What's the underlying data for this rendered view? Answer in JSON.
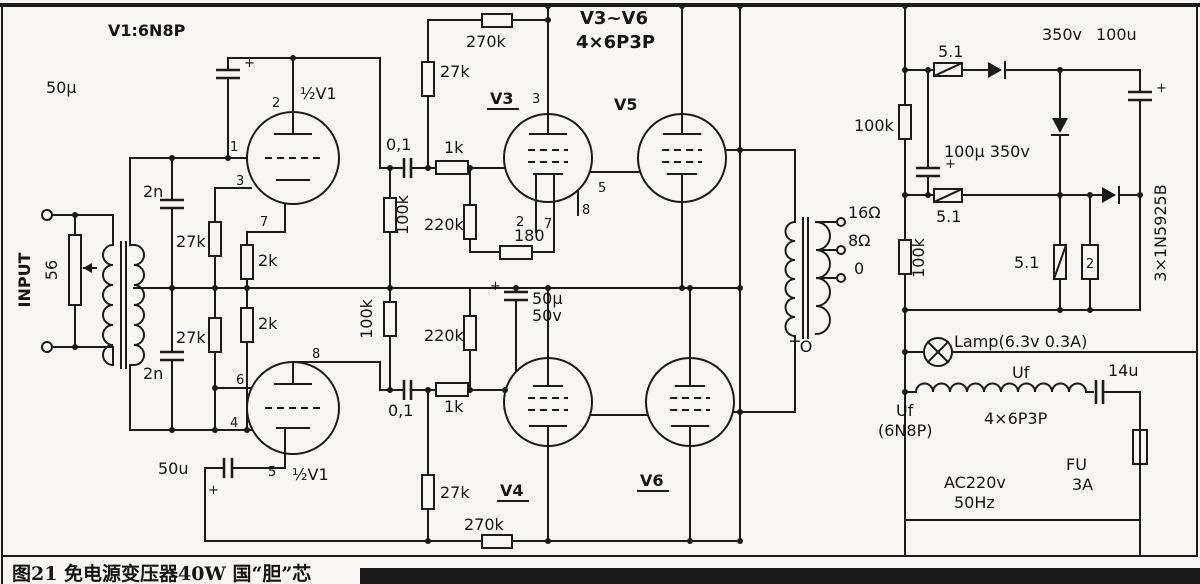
{
  "labels": {
    "caption": "图21  免电源变压器40W 国“胆”芯",
    "v1_type": "V1:6N8P",
    "input": "INPUT",
    "pot": "56",
    "c50u_tl": "50μ",
    "c50u_bl": "50u",
    "c2n": "2n",
    "r27k": "27k",
    "r2k": "2k",
    "half_v1": "½V1",
    "r270k": "270k",
    "r1k": "1k",
    "r100k": "100k",
    "r220k": "220k",
    "c01": "0,1",
    "r180": "180",
    "c50u_c": "50μ",
    "c50v": "50v",
    "hdr_tubes": "V3~V6",
    "hdr_type": "4×6P3P",
    "v3": "V3",
    "v4": "V4",
    "v5": "V5",
    "v6": "V6",
    "tap16": "16Ω",
    "tap8": "8Ω",
    "tap0": "0",
    "to": "TO",
    "r51": "5.1",
    "v350": "350v",
    "c100u": "100u",
    "c100u350": "100μ 350v",
    "r2ohm": "2",
    "diodes": "3×1N5925B",
    "lamp": "Lamp(6.3v 0.3A)",
    "uf": "Uf",
    "uf_6n8p": "(6N8P)",
    "heater": "4×6P3P",
    "ac": "AC220v",
    "hz": "50Hz",
    "fu": "FU",
    "fu_a": "3A",
    "c14u": "14u",
    "plus": "+",
    "p1": "1",
    "p2": "2",
    "p3": "3",
    "p4": "4",
    "p5": "5",
    "p6": "6",
    "p7": "7",
    "p8": "8"
  }
}
